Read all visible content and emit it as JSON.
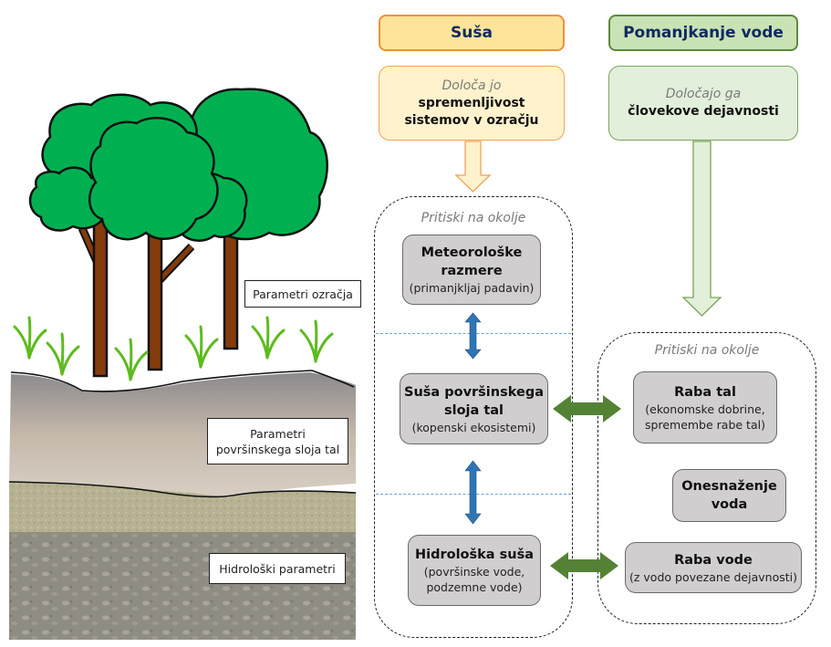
{
  "headers": {
    "drought": "Suša",
    "water_scarcity": "Pomanjkanje vode"
  },
  "definitions": {
    "drought": {
      "lead": "Določa jo",
      "line1": "spremenljivost",
      "line2": "sistemov v ozračju"
    },
    "water_scarcity": {
      "lead": "Določajo ga",
      "line1": "človekove dejavnosti"
    }
  },
  "pressure_groups": {
    "left_title": "Pritiski na okolje",
    "right_title": "Pritiski na okolje"
  },
  "drought_boxes": [
    {
      "title1": "Meteorološke",
      "title2": "razmere",
      "sub1": "(primanjkljaj padavin)",
      "sub2": ""
    },
    {
      "title1": "Suša površinskega",
      "title2": "sloja tal",
      "sub1": "(kopenski ekosistemi)",
      "sub2": ""
    },
    {
      "title1": "Hidrološka suša",
      "title2": "",
      "sub1": "(površinske vode,",
      "sub2": "podzemne vode)"
    }
  ],
  "water_boxes": [
    {
      "title1": "Raba tal",
      "title2": "",
      "sub1": "(ekonomske dobrine,",
      "sub2": "spremembe rabe tal)"
    },
    {
      "title1": "Onesnaženje",
      "title2": "voda",
      "sub1": "",
      "sub2": ""
    },
    {
      "title1": "Raba vode",
      "title2": "",
      "sub1": "(z vodo povezane dejavnosti)",
      "sub2": ""
    }
  ],
  "illustration_labels": {
    "atmosphere": "Parametri ozračja",
    "soil_line1": "Parametri",
    "soil_line2": "površinskega sloja tal",
    "hydro": "Hidrološki parametri"
  },
  "colors": {
    "drought_accent": "#f0913a",
    "water_accent": "#5d8a3a",
    "vertical_arrow": "#2e75b6",
    "horizontal_arrow": "#548235",
    "box_fill": "#d0cece",
    "tree_green": "#00b050",
    "trunk_brown": "#843c0c"
  }
}
